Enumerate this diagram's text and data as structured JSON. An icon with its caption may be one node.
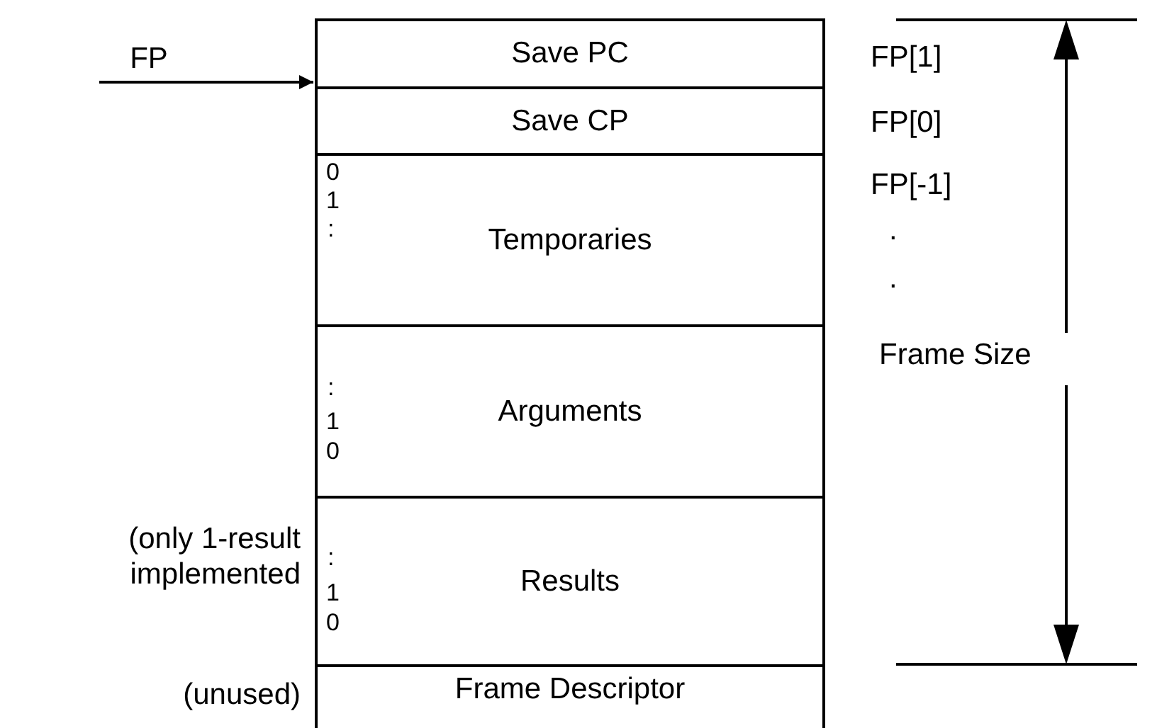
{
  "diagram": {
    "nodes": [
      {
        "text": [
          "FP"
        ]
      },
      {
        "text": [
          "Save PC"
        ]
      },
      {
        "text": [
          "Save CP"
        ]
      },
      {
        "text": [
          "Temporaries"
        ]
      },
      {
        "text": [
          "Arguments"
        ]
      },
      {
        "text": [
          "Results"
        ],
        "beside": [
          "(only 1-result implemented"
        ]
      },
      {
        "text": [
          "Frame Descriptor"
        ],
        "beside": [
          "(unused)"
        ]
      }
    ],
    "edges": [
      {
        "from": 0,
        "to": 1,
        "arrow": "to"
      }
    ],
    "labels": [
      "FP[1]",
      "FP[0]",
      "0",
      "1",
      ":",
      "FP[-1]",
      ".",
      ".",
      "Frame Size",
      ":",
      "1",
      "0",
      ":",
      "1",
      "0"
    ]
  }
}
